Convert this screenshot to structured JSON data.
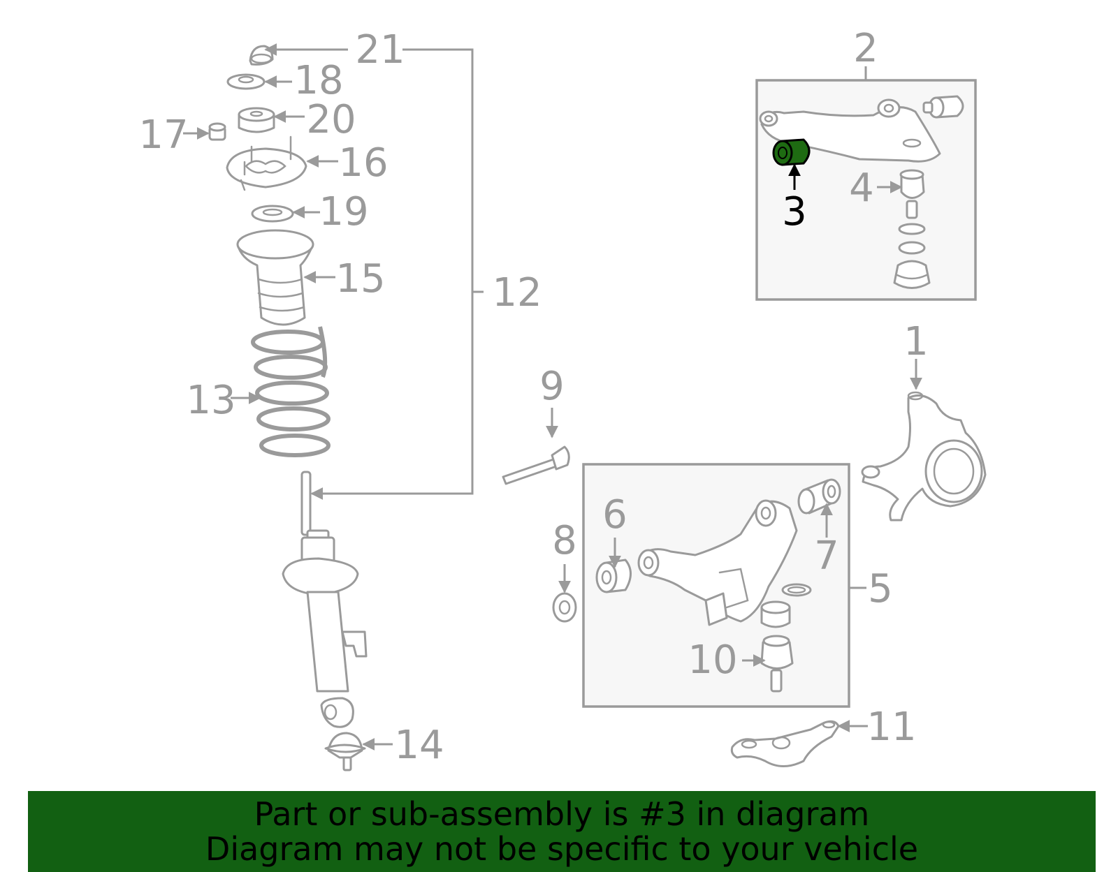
{
  "diagram": {
    "highlight_color": "#1e6b12",
    "callouts": [
      "1",
      "2",
      "3",
      "4",
      "5",
      "6",
      "7",
      "8",
      "9",
      "10",
      "11",
      "12",
      "13",
      "14",
      "15",
      "16",
      "17",
      "18",
      "19",
      "20",
      "21"
    ],
    "highlighted_callout": "3"
  },
  "banner": {
    "line1": "Part or sub-assembly is #3 in diagram",
    "line2": "Diagram may not be specific to your vehicle",
    "background": "#126012"
  }
}
